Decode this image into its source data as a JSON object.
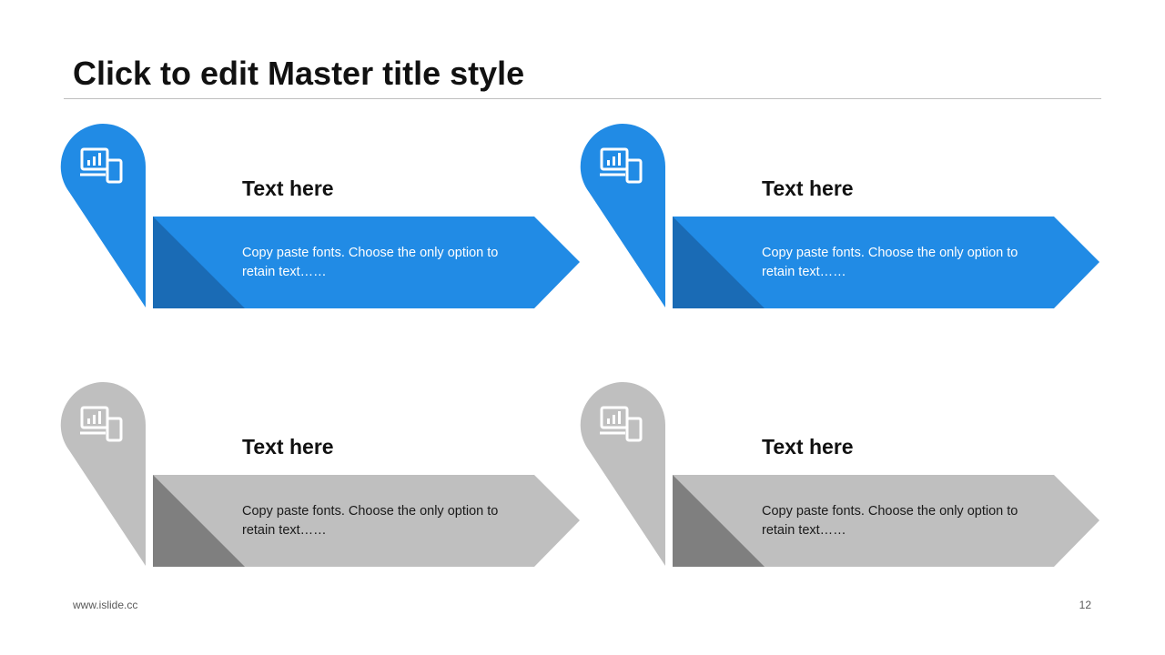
{
  "slide": {
    "title": "Click to edit Master title style",
    "footer_url": "www.islide.cc",
    "page_number": "12"
  },
  "colors": {
    "blue": "#218be5",
    "blue_dark": "#1a6bb5",
    "gray": "#bfbfbf",
    "gray_dark": "#7f7f7f"
  },
  "cards": [
    {
      "heading": "Text here",
      "body": "Copy paste fonts. Choose the only option to retain text……",
      "icon": "devices-chart-icon",
      "theme": "blue"
    },
    {
      "heading": "Text here",
      "body": "Copy paste fonts. Choose the only option to retain text……",
      "icon": "devices-chart-icon",
      "theme": "blue"
    },
    {
      "heading": "Text here",
      "body": "Copy paste fonts. Choose the only option to retain text……",
      "icon": "devices-chart-icon",
      "theme": "gray"
    },
    {
      "heading": "Text here",
      "body": "Copy paste fonts. Choose the only option to retain text……",
      "icon": "devices-chart-icon",
      "theme": "gray"
    }
  ]
}
